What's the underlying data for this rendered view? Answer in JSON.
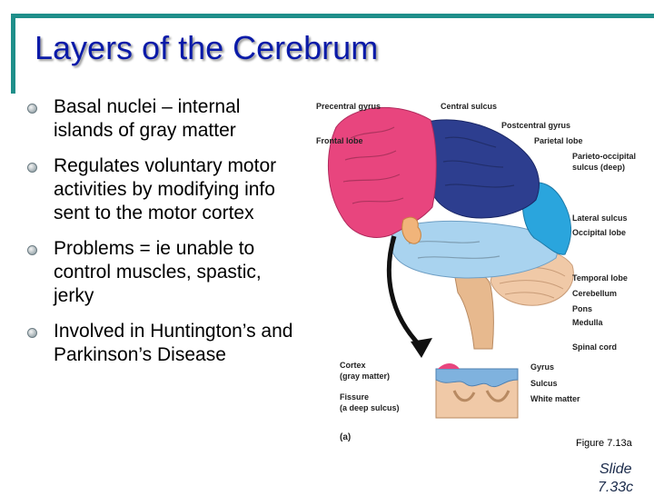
{
  "slide": {
    "title": "Layers of the Cerebrum",
    "bullets": [
      "Basal nuclei – internal islands of gray matter",
      "Regulates voluntary motor activities by modifying info sent to the motor cortex",
      "Problems = ie unable to control muscles, spastic, jerky",
      "Involved in Huntington’s and Parkinson’s Disease"
    ],
    "caption": "Figure 7.13a",
    "slide_number_line1": "Slide",
    "slide_number_line2": "7.33c"
  },
  "figure": {
    "labels": {
      "precentral_gyrus": "Precentral gyrus",
      "central_sulcus": "Central sulcus",
      "postcentral_gyrus": "Postcentral gyrus",
      "frontal_lobe": "Frontal lobe",
      "parietal_lobe": "Parietal lobe",
      "parieto_occipital_1": "Parieto-occipital",
      "parieto_occipital_2": "sulcus (deep)",
      "lateral_sulcus": "Lateral sulcus",
      "occipital_lobe": "Occipital lobe",
      "temporal_lobe": "Temporal lobe",
      "cerebellum": "Cerebellum",
      "pons": "Pons",
      "medulla": "Medulla",
      "spinal_cord": "Spinal cord",
      "cortex_1": "Cortex",
      "cortex_2": "(gray matter)",
      "gyrus": "Gyrus",
      "sulcus": "Sulcus",
      "white_matter": "White matter",
      "fissure_1": "Fissure",
      "fissure_2": "(a deep sulcus)",
      "panel": "(a)"
    },
    "colors": {
      "frontal": "#e8457e",
      "parietal": "#2d3e8f",
      "occipital": "#2aa5dd",
      "temporal": "#a9d3ef",
      "cerebellum": "#f0c9a7",
      "brainstem": "#e7b98e"
    }
  }
}
